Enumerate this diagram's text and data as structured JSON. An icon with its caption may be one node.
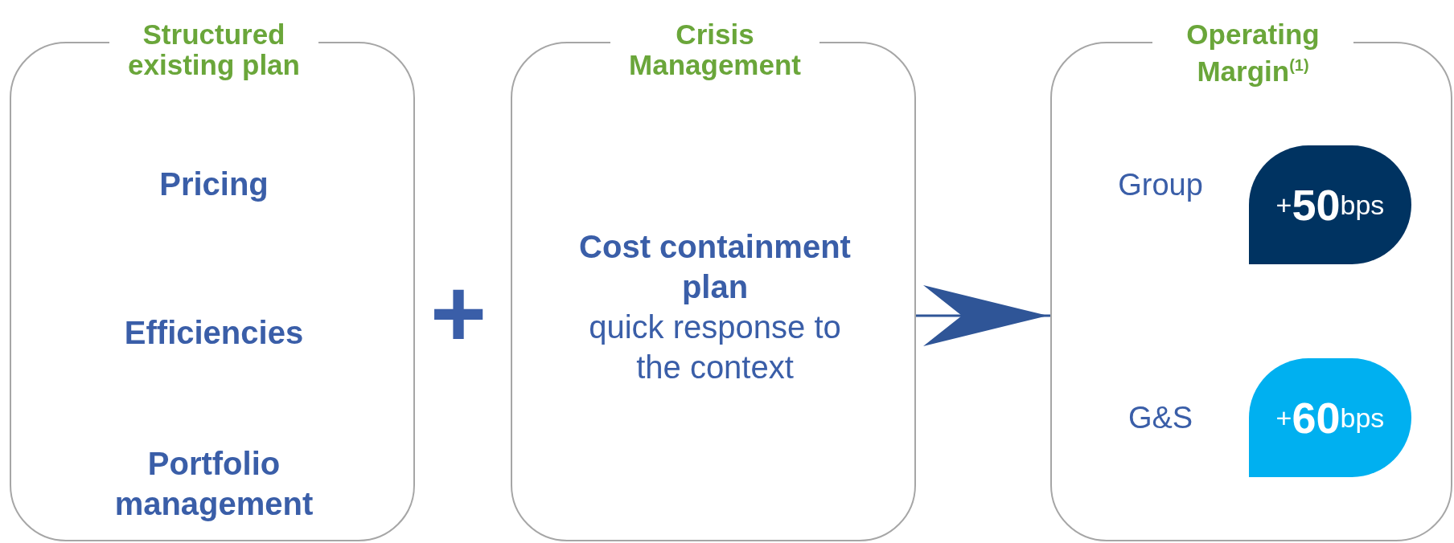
{
  "diagram": {
    "nodes": [
      {
        "text": [
          "Structured existing plan",
          "Pricing",
          "Efficiencies",
          "Portfolio management"
        ]
      },
      {
        "text": [
          "Crisis Management",
          "Cost containment plan",
          "quick response to the context"
        ]
      },
      {
        "text": [
          "Operating Margin$^{(1)}$"
        ]
      },
      {
        "text": [
          "+**50**bps"
        ],
        "in": 2,
        "beside": [
          "Group"
        ]
      },
      {
        "text": [
          "+**60**bps"
        ],
        "in": 2,
        "beside": [
          "G&S"
        ]
      }
    ],
    "edges": [
      {
        "from": 1,
        "to": 2,
        "arrow": "to",
        "color": "#2f5597"
      }
    ],
    "labels": [
      "+"
    ]
  }
}
